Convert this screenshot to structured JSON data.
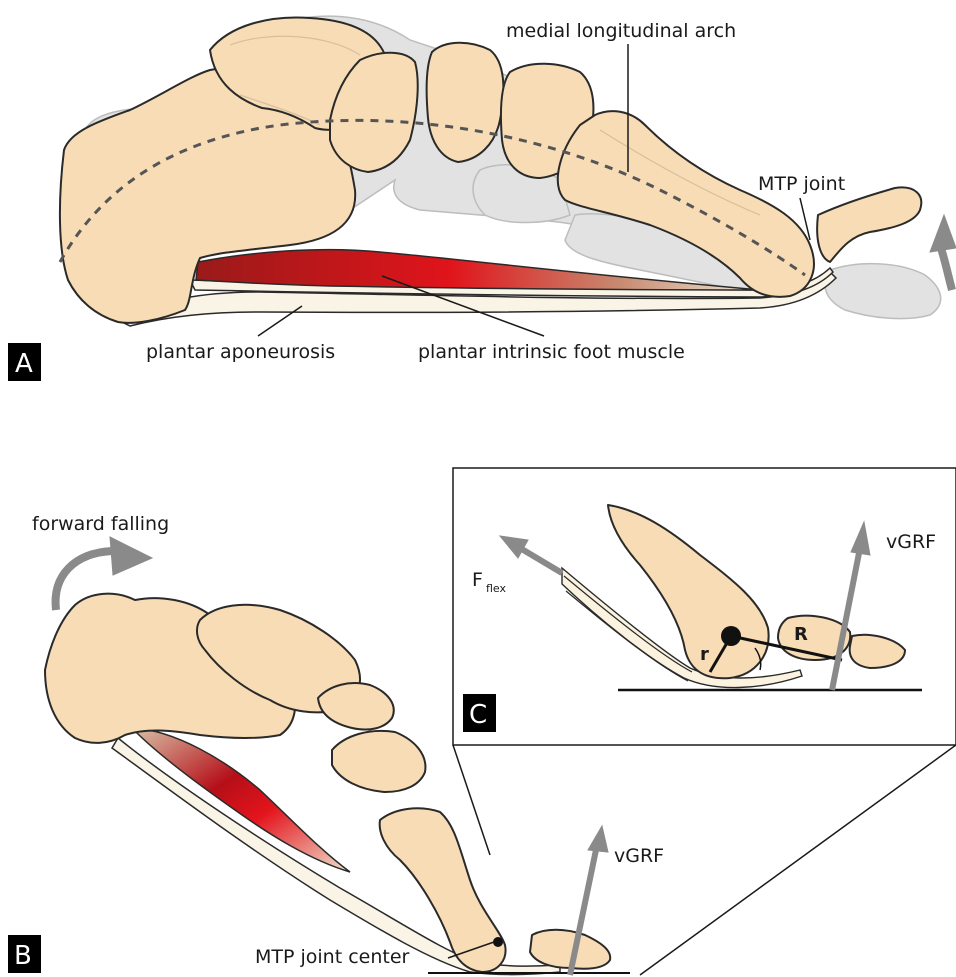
{
  "panel_a": {
    "letter": "A",
    "labels": {
      "arch": "medial longitudinal arch",
      "mtp": "MTP joint",
      "aponeurosis": "plantar aponeurosis",
      "muscle": "plantar intrinsic foot muscle"
    }
  },
  "panel_b": {
    "letter": "B",
    "labels": {
      "falling": "forward falling",
      "vgrf": "vGRF",
      "mtp_center": "MTP joint center"
    }
  },
  "panel_c": {
    "letter": "C",
    "labels": {
      "vgrf": "vGRF",
      "f_flex_main": "F",
      "f_flex_sub": "flex",
      "r_small": "r",
      "r_large": "R"
    }
  },
  "colors": {
    "bone": "#f7dcb5",
    "ghost_bone": "#e2e2e2",
    "muscle": "#c8141e",
    "arrow": "#8a8a8a"
  }
}
